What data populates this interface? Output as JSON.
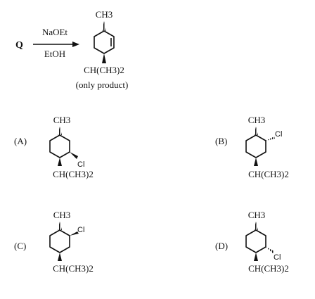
{
  "reaction": {
    "reactant": "Q",
    "reagent_top": "NaOEt",
    "reagent_bottom": "EtOH",
    "product_top_group": "CH3",
    "product_bottom_group": "CH(CH3)2",
    "note": "(only product)"
  },
  "options": [
    {
      "label": "(A)",
      "top_group": "CH3",
      "bottom_group": "CH(CH3)2",
      "substituent": "Cl"
    },
    {
      "label": "(B)",
      "top_group": "CH3",
      "bottom_group": "CH(CH3)2",
      "substituent": "Cl"
    },
    {
      "label": "(C)",
      "top_group": "CH3",
      "bottom_group": "CH(CH3)2",
      "substituent": "Cl"
    },
    {
      "label": "(D)",
      "top_group": "CH3",
      "bottom_group": "CH(CH3)2",
      "substituent": "Cl"
    }
  ]
}
